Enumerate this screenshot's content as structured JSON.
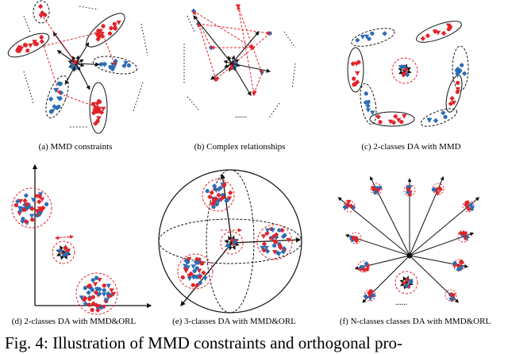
{
  "figure": {
    "caption": "Fig. 4: Illustration of MMD constraints and orthogonal pro-",
    "colors": {
      "red": "#e0242a",
      "blue": "#2a6db5",
      "black": "#111111"
    },
    "panels": [
      {
        "id": "a",
        "label": "(a) MMD constraints"
      },
      {
        "id": "b",
        "label": "(b) Complex relationships"
      },
      {
        "id": "c",
        "label": "(c) 2-classes DA with MMD"
      },
      {
        "id": "d",
        "label": "(d) 2-classes DA with MMD&ORL"
      },
      {
        "id": "e",
        "label": "(e) 3-classes DA with MMD&ORL"
      },
      {
        "id": "f",
        "label": "(f) N-classes classes DA with MMD&ORL"
      }
    ],
    "ellipsis_text": "......"
  }
}
